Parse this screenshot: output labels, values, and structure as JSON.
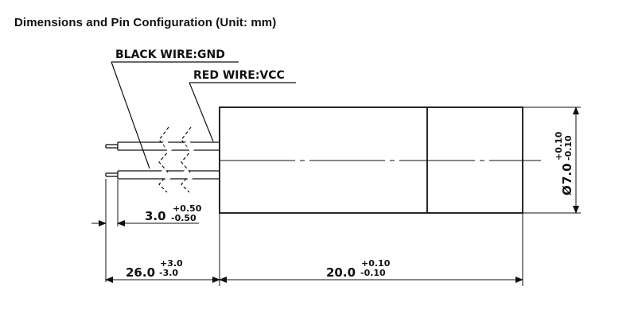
{
  "title": "Dimensions and Pin Configuration (Unit: mm)",
  "wires": {
    "black": "BLACK WIRE:GND",
    "red": "RED WIRE:VCC"
  },
  "dimensions": {
    "strip": {
      "value": "3.0",
      "tol_plus": "+0.50",
      "tol_minus": "-0.50"
    },
    "lead": {
      "value": "26.0",
      "tol_plus": "+3.0",
      "tol_minus": "-3.0"
    },
    "body": {
      "value": "20.0",
      "tol_plus": "+0.10",
      "tol_minus": "-0.10"
    },
    "diameter": {
      "symbol": "Ø",
      "value": "7.0",
      "tol_plus": "+0.10",
      "tol_minus": "-0.10"
    }
  }
}
